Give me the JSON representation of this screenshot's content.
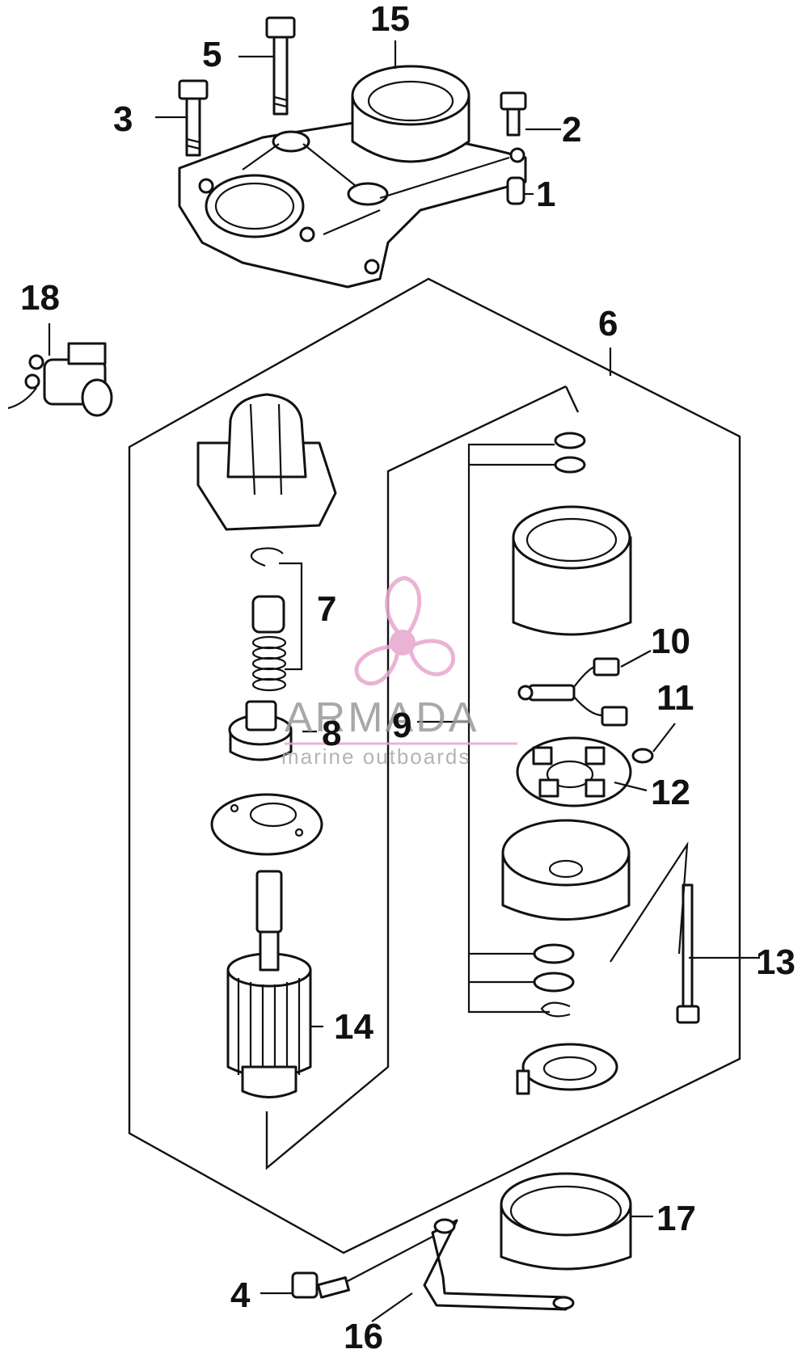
{
  "diagram": {
    "callouts": [
      "1",
      "2",
      "3",
      "4",
      "5",
      "6",
      "7",
      "8",
      "9",
      "10",
      "11",
      "12",
      "13",
      "14",
      "15",
      "16",
      "17",
      "18"
    ]
  },
  "watermark": {
    "brand": "ARMADA",
    "tagline": "marine outboards",
    "logo_color": "#e7a6cf"
  }
}
